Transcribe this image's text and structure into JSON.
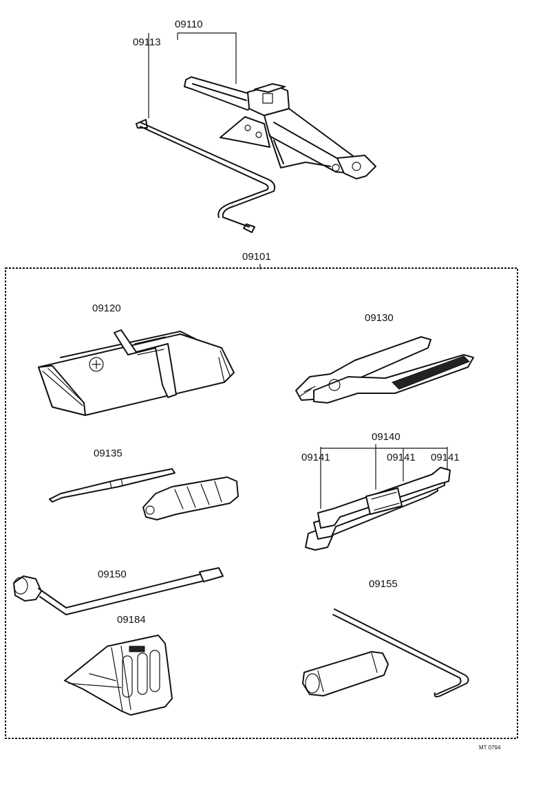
{
  "labels": {
    "jack_assembly": "09110",
    "jack_handle": "09113",
    "tool_kit": "09101",
    "tool_bag": "09120",
    "pliers": "09130",
    "screwdriver": "09135",
    "wrench_set": "09140",
    "wrench_1": "09141",
    "wrench_2": "09141",
    "wrench_3": "09141",
    "lug_wrench": "09150",
    "wheel_chock": "09184",
    "plug_wrench": "09155"
  },
  "footer": {
    "drawing_code": "MT 0794"
  }
}
